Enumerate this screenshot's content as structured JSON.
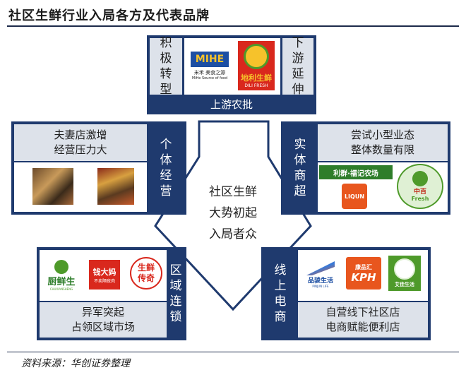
{
  "title": "社区生鲜行业入局各方及代表品牌",
  "center": {
    "lines": [
      "社区生鲜",
      "大势初起",
      "入局者众"
    ]
  },
  "top": {
    "left_label": "积极转型",
    "right_label": "下游延伸",
    "bottom_label": "上游农批",
    "logos": [
      {
        "text": "MIHE",
        "sub1": "米禾 美食之源",
        "sub2": "MiHe Source of food"
      },
      {
        "text": "地利生鲜",
        "sub": "DILI FRESH"
      }
    ]
  },
  "left": {
    "category": "个体经营",
    "desc": "夫妻店激增\n经营压力大"
  },
  "right": {
    "category": "实体商超",
    "desc": "尝试小型业态\n整体数量有限",
    "logos": [
      {
        "text": "利群·福记农场",
        "sub": "LIQUN"
      },
      {
        "text": "Fresh",
        "sub": "中百"
      }
    ]
  },
  "bottom_left": {
    "category": "区域连锁",
    "desc": "异军突起\n占领区域市场",
    "logos": [
      {
        "text": "厨鲜生",
        "sub": "CHUXIANSHENG"
      },
      {
        "text": "钱大妈",
        "sub": "不卖隔夜肉"
      },
      {
        "text": "生鲜传奇"
      }
    ]
  },
  "bottom_right": {
    "category": "线上电商",
    "desc": "自营线下社区店\n电商赋能便利店",
    "logos": [
      {
        "text": "品骏生活",
        "sub": "PINJUN LIFE"
      },
      {
        "text": "KPH",
        "sub": "康品汇"
      },
      {
        "text": "艾佳生活"
      }
    ]
  },
  "source": "资料来源：华创证券整理",
  "colors": {
    "navy": "#1f3a6e",
    "gray_panel": "#dde2ea",
    "diamond_border": "#1f3a6e",
    "mihe_blue": "#1d4fa3",
    "mihe_yellow": "#f6c22b",
    "dili_red": "#d9281d",
    "green": "#4e9a2a",
    "orange": "#e8561e"
  }
}
